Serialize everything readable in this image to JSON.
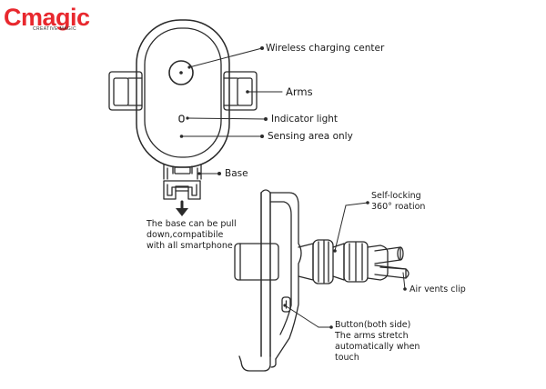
{
  "brand": {
    "name": "Cmagic",
    "tagline": "CREATIVE MAGIC",
    "color": "#e8282e"
  },
  "front_view": {
    "callouts": {
      "wireless_center": "Wireless charging center",
      "arms": "Arms",
      "indicator": "Indicator light",
      "sensing": "Sensing area only",
      "base": "Base"
    },
    "base_note": [
      "The base can be pull",
      "down,compatibile",
      "with all smartphone"
    ]
  },
  "side_view": {
    "callouts": {
      "self_locking": [
        "Self-locking",
        "360° roation"
      ],
      "air_vent": "Air vents clip",
      "button": [
        "Button(both side)",
        "The arms stretch",
        "automatically when",
        "touch"
      ]
    }
  },
  "colors": {
    "line": "#2a2a2a",
    "background": "#ffffff"
  }
}
